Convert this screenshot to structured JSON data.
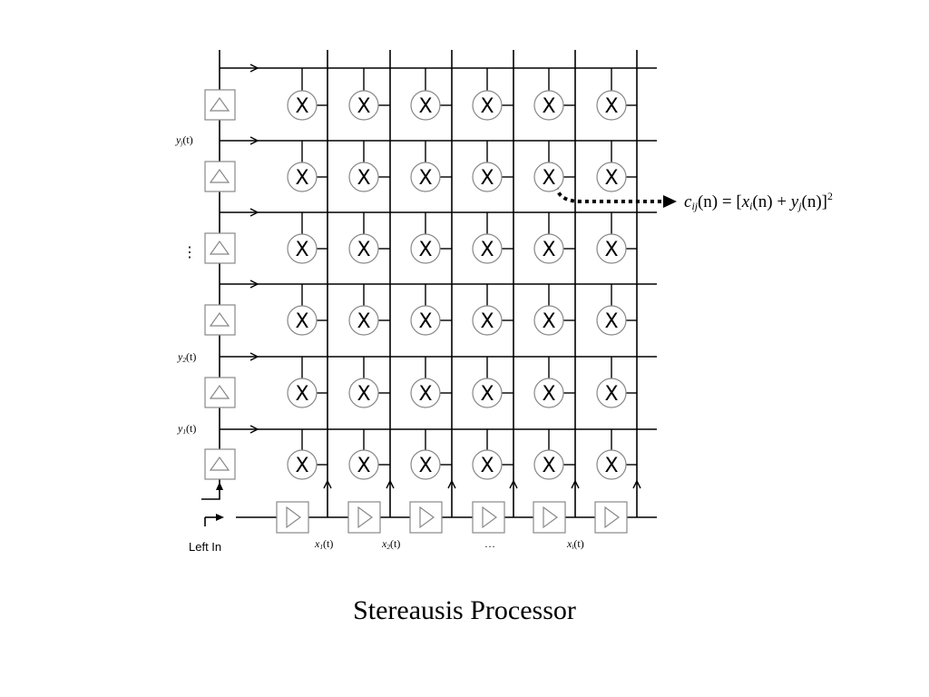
{
  "title": "Stereausis Processor",
  "input_label": "Left In",
  "y_labels": [
    {
      "var": "y",
      "sub": "j",
      "arg": "(t)"
    },
    {
      "var": "",
      "sub": "",
      "arg": "⋮"
    },
    {
      "var": "y",
      "sub": "2",
      "arg": "(t)"
    },
    {
      "var": "y",
      "sub": "1",
      "arg": "(t)"
    }
  ],
  "x_labels": [
    {
      "var": "x",
      "sub": "1",
      "arg": "(t)"
    },
    {
      "var": "x",
      "sub": "2",
      "arg": "(t)"
    },
    {
      "var": "",
      "sub": "",
      "arg": "…"
    },
    {
      "var": "x",
      "sub": "i",
      "arg": "(t)"
    }
  ],
  "formula": {
    "lhs_var": "c",
    "lhs_sub": "ij",
    "lhs_arg": "(n)",
    "eq": " = [",
    "t1_var": "x",
    "t1_sub": "i",
    "t1_arg": "(n)",
    "plus": " + ",
    "t2_var": "y",
    "t2_sub": "j",
    "t2_arg": "(n)",
    "close": "]",
    "power": "2"
  },
  "grid": {
    "rows": 6,
    "cols": 6,
    "multiplier_symbol": "X",
    "delay_symbol_y": "triangle-up",
    "delay_symbol_x": "triangle-right"
  },
  "colors": {
    "line": "#000000",
    "cell": "#888888"
  }
}
